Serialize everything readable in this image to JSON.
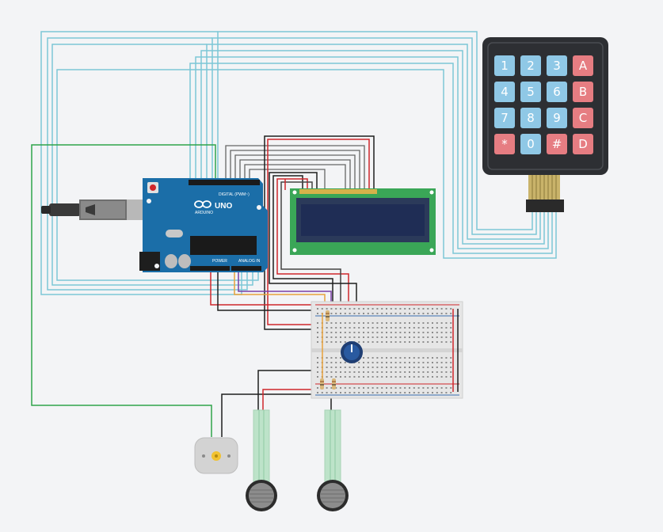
{
  "arduino": {
    "model_label": "UNO",
    "brand_label": "ARDUINO",
    "digital_header_label": "DIGITAL (PWM~)",
    "power_header_label": "POWER",
    "analog_header_label": "ANALOG IN"
  },
  "keypad": {
    "keys": [
      {
        "label": "1",
        "color": "#8fc8e6"
      },
      {
        "label": "2",
        "color": "#8fc8e6"
      },
      {
        "label": "3",
        "color": "#8fc8e6"
      },
      {
        "label": "A",
        "color": "#e67d82"
      },
      {
        "label": "4",
        "color": "#8fc8e6"
      },
      {
        "label": "5",
        "color": "#8fc8e6"
      },
      {
        "label": "6",
        "color": "#8fc8e6"
      },
      {
        "label": "B",
        "color": "#e67d82"
      },
      {
        "label": "7",
        "color": "#8fc8e6"
      },
      {
        "label": "8",
        "color": "#8fc8e6"
      },
      {
        "label": "9",
        "color": "#8fc8e6"
      },
      {
        "label": "C",
        "color": "#e67d82"
      },
      {
        "label": "*",
        "color": "#e67d82"
      },
      {
        "label": "0",
        "color": "#8fc8e6"
      },
      {
        "label": "#",
        "color": "#e67d82"
      },
      {
        "label": "D",
        "color": "#e67d82"
      }
    ]
  },
  "colors": {
    "background": "#f3f4f6",
    "wire_keypad": "#7cc7d6",
    "wire_lcd": "#555555",
    "wire_red": "#d0262b",
    "wire_black": "#1e1e1e",
    "wire_green": "#2fa34a",
    "wire_orange": "#e8a23c",
    "wire_purple": "#7b3fa6",
    "board_blue": "#1b6ea8",
    "lcd_pcb": "#3aa657",
    "lcd_screen": "#1f2d55",
    "keypad_body": "#2d2f33"
  }
}
